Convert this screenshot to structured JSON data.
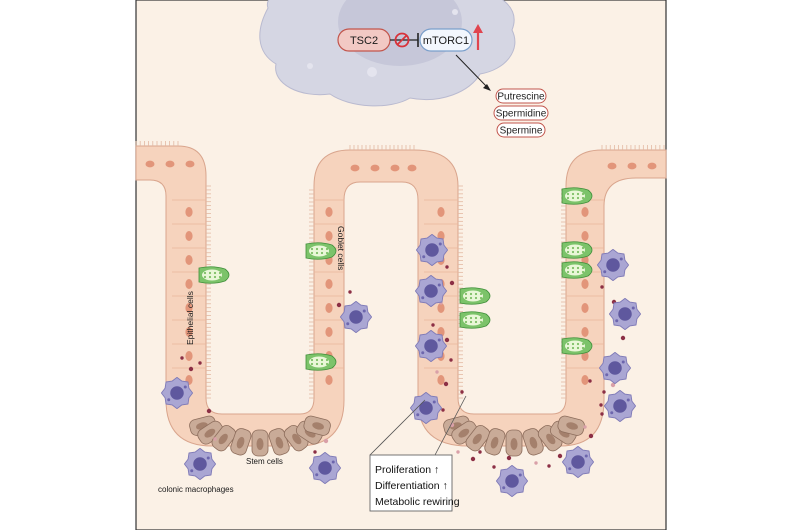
{
  "pathway": {
    "inhibitor": "TSC2",
    "target": "mTORC1",
    "products": [
      "Putrescine",
      "Spermidine",
      "Spermine"
    ]
  },
  "labels": {
    "epithelial": "Epithelial cells",
    "goblet": "Goblet cells",
    "stem": "Stem cells",
    "macrophages": "colonic macrophages"
  },
  "effects": [
    {
      "text": "Proliferation",
      "arrow": "↑"
    },
    {
      "text": "Differentiation",
      "arrow": "↑"
    },
    {
      "text": "Metabolic rewiring",
      "arrow": ""
    }
  ],
  "colors": {
    "background": "#fbf1e6",
    "epithelium": "#f6d3bd",
    "nucleus": "#e2957a",
    "stem": "#c9ab98",
    "goblet": "#7cc36a",
    "macrophage": "#8e88c2",
    "cell": "#d6d6e2",
    "accent": "#e0454f",
    "dot": "#8c2f45"
  }
}
